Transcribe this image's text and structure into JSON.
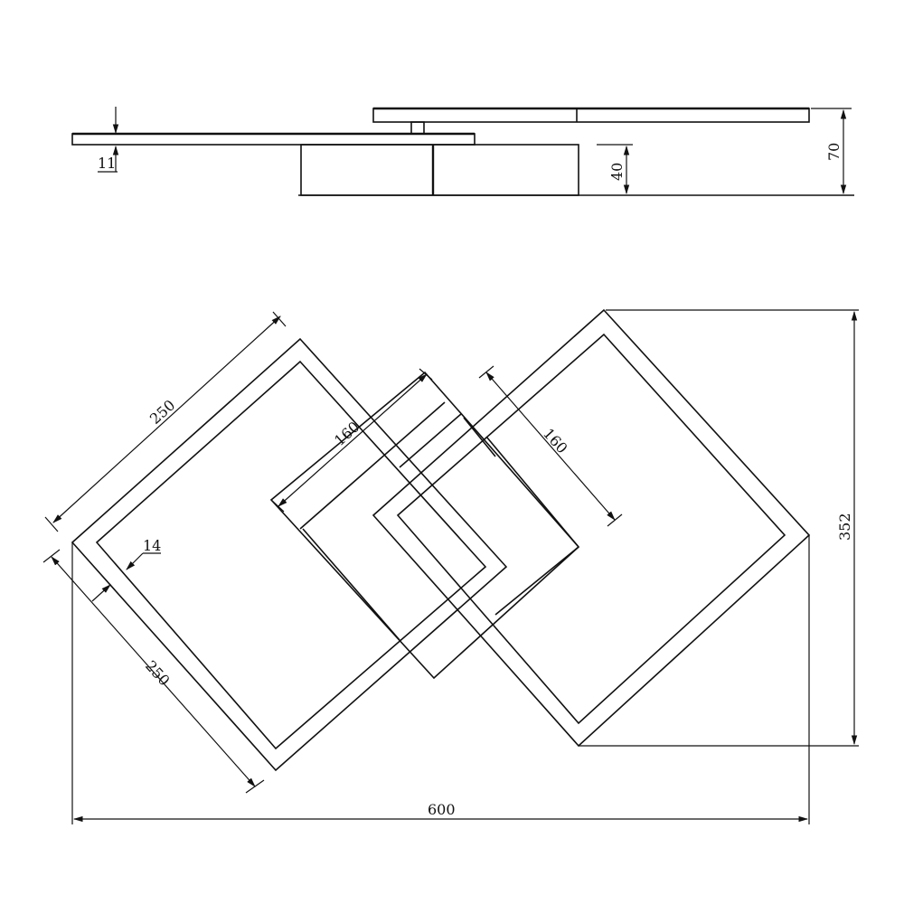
{
  "dimensions": {
    "plate_thickness": "11",
    "base_height": "40",
    "total_height": "70",
    "frame_side_top": "250",
    "frame_side_bottom": "250",
    "inner_left": "160",
    "inner_right": "160",
    "bar_width": "14",
    "total_depth": "352",
    "total_length": "600"
  },
  "colors": {
    "line": "#111111",
    "background": "#ffffff"
  }
}
